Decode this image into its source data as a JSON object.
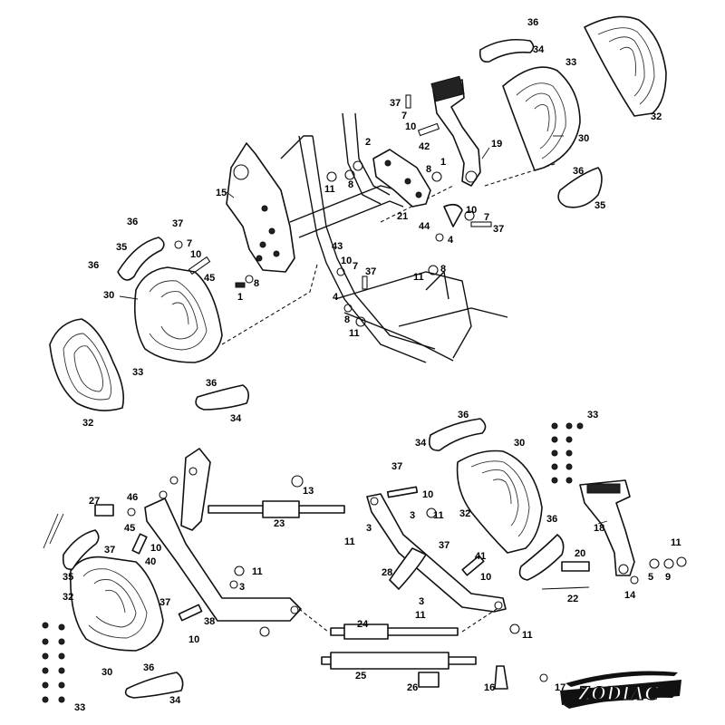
{
  "brand": {
    "logo_text": "ZODIAC"
  },
  "labels": {
    "top": [
      "36",
      "34",
      "33",
      "32",
      "37",
      "7",
      "10",
      "42",
      "2",
      "1",
      "8",
      "19",
      "30",
      "36",
      "35",
      "15",
      "11",
      "8",
      "21",
      "44",
      "10",
      "7",
      "37",
      "4",
      "36",
      "37",
      "7",
      "10",
      "35",
      "36",
      "45",
      "8",
      "1",
      "30",
      "43",
      "10",
      "7",
      "37",
      "4",
      "8",
      "11",
      "8",
      "11",
      "32",
      "33",
      "36",
      "34"
    ],
    "bottom": [
      "36",
      "33",
      "34",
      "30",
      "37",
      "13",
      "10",
      "3",
      "11",
      "27",
      "46",
      "23",
      "32",
      "36",
      "18",
      "3",
      "11",
      "45",
      "10",
      "37",
      "41",
      "20",
      "11",
      "37",
      "40",
      "11",
      "28",
      "10",
      "5",
      "9",
      "35",
      "3",
      "14",
      "32",
      "37",
      "38",
      "22",
      "3",
      "11",
      "24",
      "10",
      "11",
      "30",
      "25",
      "36",
      "26",
      "16",
      "17",
      "33",
      "34"
    ]
  },
  "footboard_colors": {
    "ink": "#111111",
    "fill": "#ffffff"
  }
}
